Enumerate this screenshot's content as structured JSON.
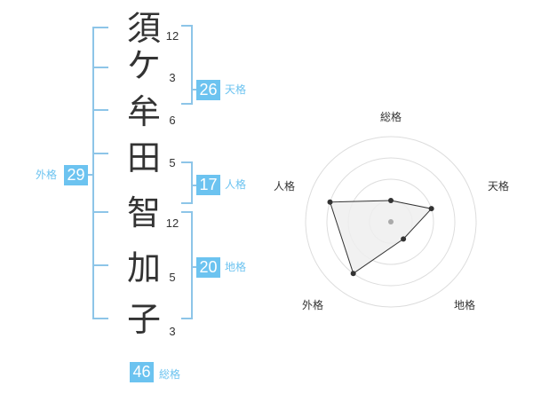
{
  "name": {
    "characters": [
      {
        "char": "須",
        "strokes": "12"
      },
      {
        "char": "ケ",
        "strokes": "3"
      },
      {
        "char": "牟",
        "strokes": "6"
      },
      {
        "char": "田",
        "strokes": "5"
      },
      {
        "char": "智",
        "strokes": "12"
      },
      {
        "char": "加",
        "strokes": "5"
      },
      {
        "char": "子",
        "strokes": "3"
      }
    ]
  },
  "fortunes": {
    "tenkaku": {
      "value": "26",
      "label": "天格"
    },
    "jinkaku": {
      "value": "17",
      "label": "人格"
    },
    "chikaku": {
      "value": "20",
      "label": "地格"
    },
    "gaikaku": {
      "value": "29",
      "label": "外格"
    },
    "soukaku": {
      "value": "46",
      "label": "総格"
    }
  },
  "radar": {
    "axes": [
      "総格",
      "天格",
      "地格",
      "外格",
      "人格"
    ],
    "levels": [
      1,
      2,
      3,
      4
    ],
    "values": [
      1,
      2,
      1,
      3,
      3
    ],
    "colors": {
      "fill": "#eeeeee",
      "line": "#333333",
      "grid": "#dddddd",
      "center": "#aaaaaa"
    }
  }
}
